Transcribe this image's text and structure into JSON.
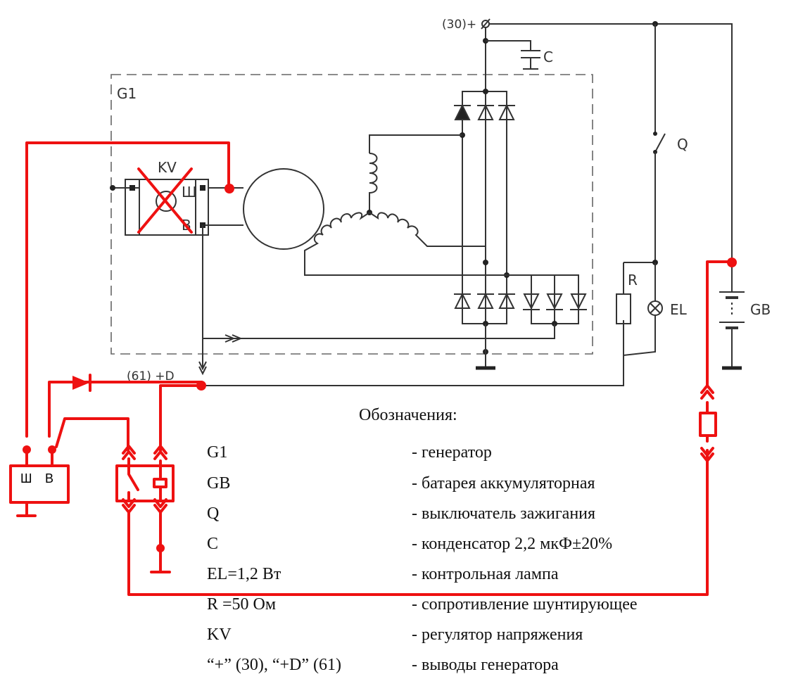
{
  "schematic": {
    "generator_label": "G1",
    "regulator_label": "KV",
    "regulator_pin_sh": "Ш",
    "regulator_pin_v": "В",
    "terminal_plus": "(30)+",
    "terminal_d": "(61) +D",
    "capacitor_label": "C",
    "switch_label": "Q",
    "resistor_label": "R",
    "lamp_label": "EL",
    "battery_label": "GB",
    "ext_regulator_pin_sh": "Ш",
    "ext_regulator_pin_v": "В"
  },
  "legend": {
    "title": "Обозначения:",
    "items": [
      {
        "symbol": "G1",
        "desc": "- генератор"
      },
      {
        "symbol": "GB",
        "desc": "- батарея аккумуляторная"
      },
      {
        "symbol": "Q",
        "desc": "- выключатель зажигания"
      },
      {
        "symbol": "C",
        "desc": "- конденсатор 2,2 мкФ±20%"
      },
      {
        "symbol": "EL=1,2 Вт",
        "desc": "- контрольная лампа"
      },
      {
        "symbol": "R =50 Ом",
        "desc": "- сопротивление шунтирующее"
      },
      {
        "symbol": "KV",
        "desc": "- регулятор напряжения"
      },
      {
        "symbol": "“+”  (30), “+D”  (61)",
        "desc": "- выводы генератора"
      }
    ]
  },
  "colors": {
    "schematic": "#333333",
    "modification": "#ee1111"
  }
}
